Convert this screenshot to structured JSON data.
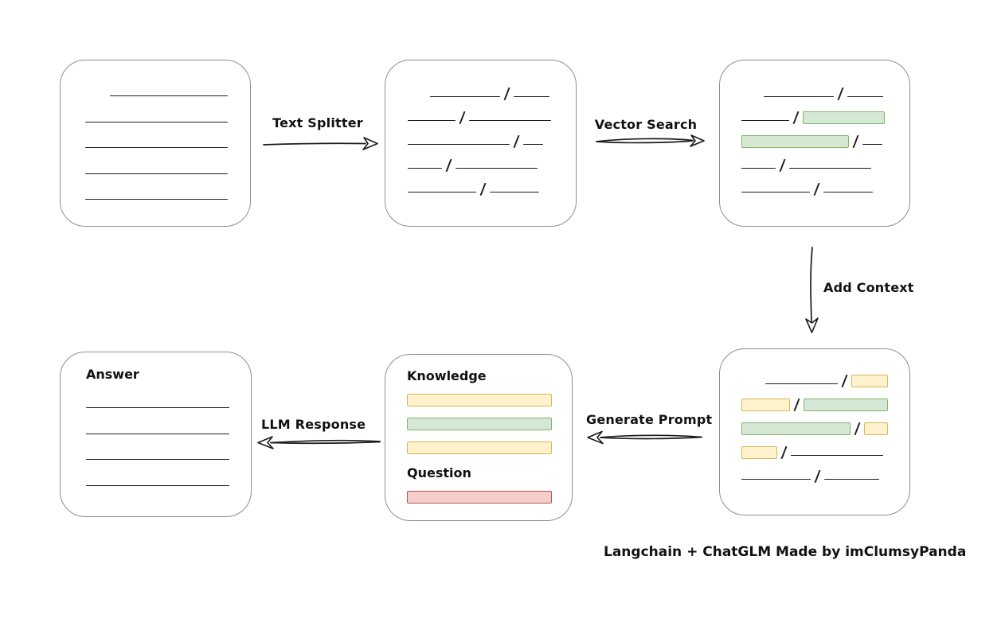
{
  "flow": {
    "nodes": [
      "document",
      "text-chunks",
      "matched-chunks",
      "context-chunks",
      "prompt",
      "answer"
    ],
    "edges": [
      {
        "from": "document",
        "to": "text-chunks",
        "label": "Text Splitter"
      },
      {
        "from": "text-chunks",
        "to": "matched-chunks",
        "label": "Vector Search"
      },
      {
        "from": "matched-chunks",
        "to": "context-chunks",
        "label": "Add Context"
      },
      {
        "from": "context-chunks",
        "to": "prompt",
        "label": "Generate Prompt"
      },
      {
        "from": "prompt",
        "to": "answer",
        "label": "LLM Response"
      }
    ]
  },
  "labels": {
    "knowledge": "Knowledge",
    "question": "Question",
    "answer": "Answer",
    "slash": "/"
  },
  "caption": "Langchain + ChatGLM Made by imClumsyPanda",
  "colors": {
    "highlight_green_fill": "#d5e8d4",
    "highlight_green_stroke": "#82b366",
    "highlight_yellow_fill": "#fff2cc",
    "highlight_yellow_stroke": "#d6b656",
    "highlight_red_fill": "#f8cecc",
    "highlight_red_stroke": "#b85450",
    "node_border": "#8f8f8f",
    "stroke": "#1b1b1b"
  }
}
